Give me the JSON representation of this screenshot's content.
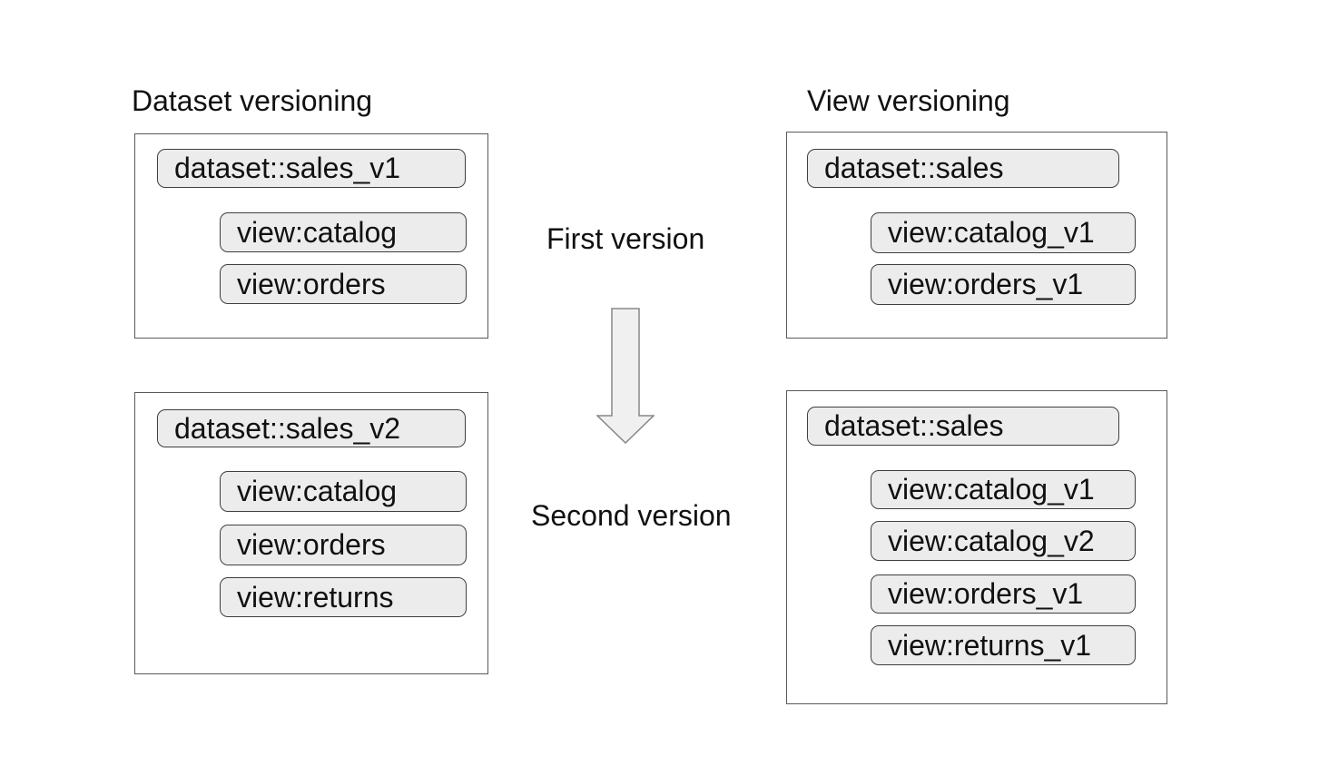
{
  "titles": {
    "left": "Dataset versioning",
    "right": "View versioning"
  },
  "center": {
    "first_label": "First version",
    "second_label": "Second version",
    "arrow_icon": "down-block-arrow"
  },
  "panels": {
    "dataset_versioning_first": {
      "dataset": "dataset::sales_v1",
      "views": [
        "view:catalog",
        "view:orders"
      ]
    },
    "dataset_versioning_second": {
      "dataset": "dataset::sales_v2",
      "views": [
        "view:catalog",
        "view:orders",
        "view:returns"
      ]
    },
    "view_versioning_first": {
      "dataset": "dataset::sales",
      "views": [
        "view:catalog_v1",
        "view:orders_v1"
      ]
    },
    "view_versioning_second": {
      "dataset": "dataset::sales",
      "views": [
        "view:catalog_v1",
        "view:catalog_v2",
        "view:orders_v1",
        "view:returns_v1"
      ]
    }
  },
  "colors": {
    "background": "#ffffff",
    "box_border": "#595959",
    "pill_fill": "#ececec",
    "pill_border": "#3f3f3f",
    "arrow_fill": "#f0f0f0",
    "arrow_border": "#878787",
    "text": "#111111"
  }
}
